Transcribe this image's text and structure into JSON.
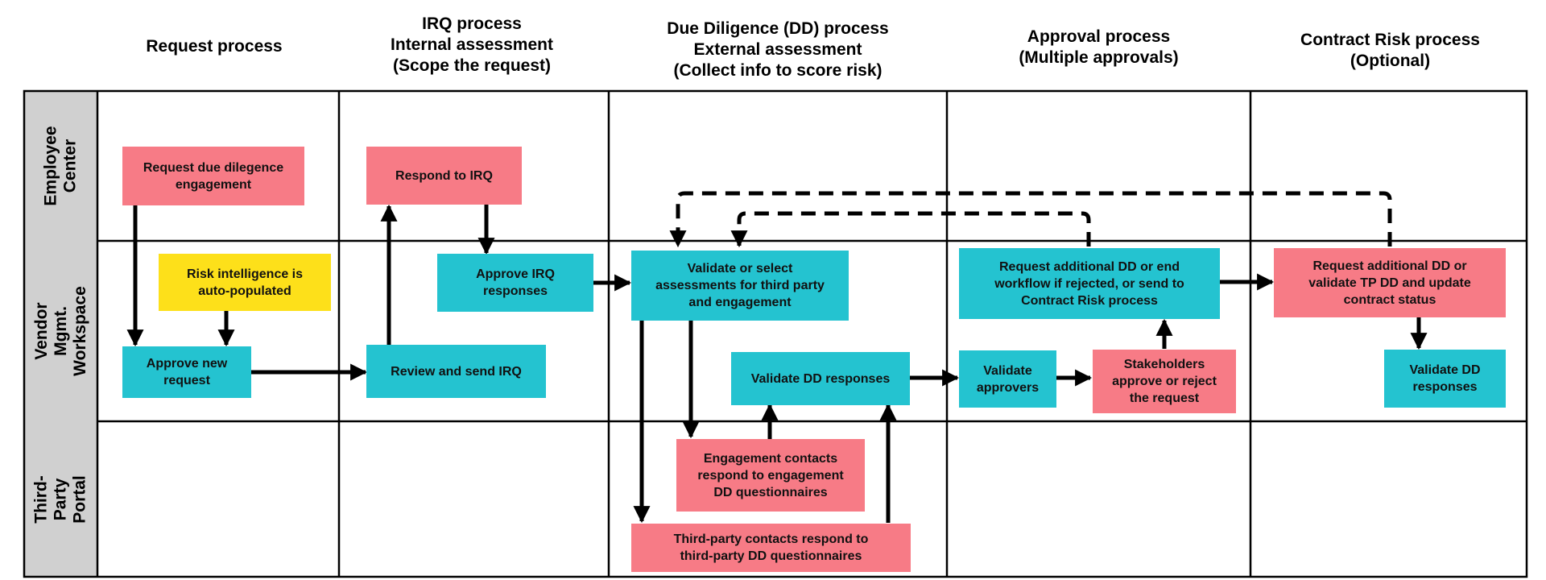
{
  "columns": [
    {
      "id": "request",
      "label": "Request process"
    },
    {
      "id": "irq",
      "label": "IRQ process\nInternal assessment\n(Scope the request)"
    },
    {
      "id": "dd",
      "label": "Due Diligence (DD) process\nExternal assessment\n(Collect info to score risk)"
    },
    {
      "id": "approval",
      "label": "Approval process\n(Multiple approvals)"
    },
    {
      "id": "contract",
      "label": "Contract Risk process\n(Optional)"
    }
  ],
  "lanes": [
    {
      "id": "employee",
      "label": "Employee\nCenter"
    },
    {
      "id": "vendor",
      "label": "Vendor Mgmt.\nWorkspace"
    },
    {
      "id": "thirdparty",
      "label": "Third-Party Portal"
    }
  ],
  "boxes": {
    "request_dd": {
      "label": "Request due dilegence\nengagement",
      "color": "#f77b86"
    },
    "risk_intel": {
      "label": "Risk intelligence is\nauto-populated",
      "color": "#fde01a"
    },
    "approve_new": {
      "label": "Approve new\nrequest",
      "color": "#24c3d0"
    },
    "respond_irq": {
      "label": "Respond to IRQ",
      "color": "#f77b86"
    },
    "approve_irq": {
      "label": "Approve IRQ\nresponses",
      "color": "#24c3d0"
    },
    "review_send": {
      "label": "Review and send IRQ",
      "color": "#24c3d0"
    },
    "validate_select": {
      "label": "Validate or select\nassessments for third party\nand engagement",
      "color": "#24c3d0"
    },
    "validate_dd": {
      "label": "Validate DD responses",
      "color": "#24c3d0"
    },
    "engagement_contacts": {
      "label": "Engagement contacts\nrespond to engagement\nDD questionnaires",
      "color": "#f77b86"
    },
    "tp_contacts": {
      "label": "Third-party contacts respond to\nthird-party DD questionnaires",
      "color": "#f77b86"
    },
    "request_additional": {
      "label": "Request additional DD or end\nworkflow if rejected, or send to\nContract Risk process",
      "color": "#24c3d0"
    },
    "validate_approvers": {
      "label": "Validate\napprovers",
      "color": "#24c3d0"
    },
    "stakeholders": {
      "label": "Stakeholders\napprove or reject\nthe request",
      "color": "#f77b86"
    },
    "contract_request": {
      "label": "Request additional DD or\nvalidate TP DD and update\ncontract status",
      "color": "#f77b86"
    },
    "contract_validate": {
      "label": "Validate DD\nresponses",
      "color": "#24c3d0"
    }
  }
}
